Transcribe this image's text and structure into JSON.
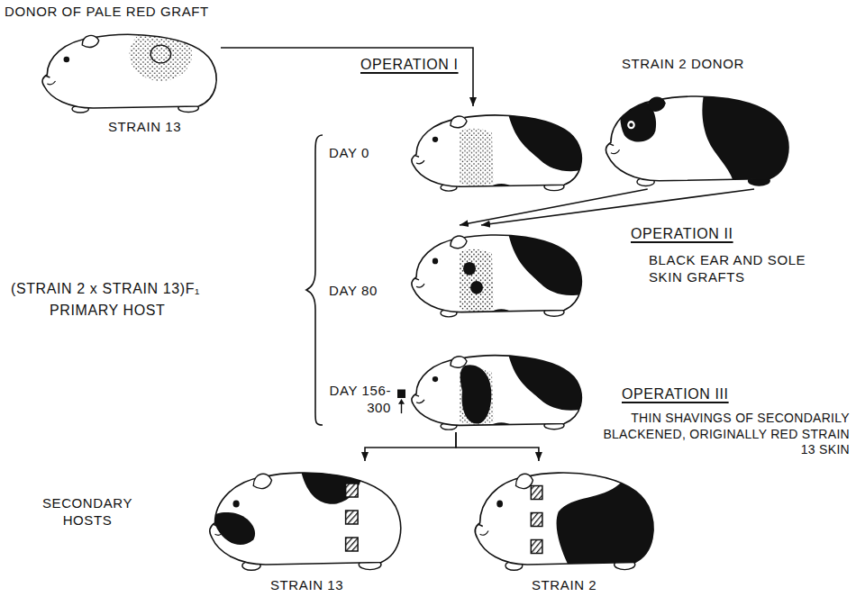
{
  "diagram": {
    "nodes": [
      {
        "text": [
          "DONOR OF PALE RED GRAFT",
          "STRAIN 13"
        ]
      },
      {
        "text": [
          "DAY 0"
        ]
      },
      {
        "text": [
          "STRAIN 2 DONOR"
        ]
      },
      {
        "text": [
          "DAY 80"
        ]
      },
      {
        "text": [
          "DAY 156- 300"
        ]
      },
      {
        "text": [
          "STRAIN 13"
        ]
      },
      {
        "text": [
          "STRAIN 2"
        ]
      }
    ],
    "edges": [
      {
        "from": 0,
        "to": 1,
        "arrow": "to"
      },
      {
        "from": 2,
        "to": 3,
        "arrow": "to"
      },
      {
        "from": 2,
        "to": 3,
        "arrow": "to"
      },
      {
        "from": 4,
        "to": 5,
        "arrow": "to"
      },
      {
        "from": 4,
        "to": 6,
        "arrow": "to"
      }
    ],
    "labels": [
      "OPERATION I",
      "OPERATION II",
      "BLACK EAR AND SOLE SKIN GRAFTS",
      "(STRAIN 2 x STRAIN 13)F₁",
      "PRIMARY HOST",
      "OPERATION III",
      "THIN SHAVINGS OF SECONDARILY BLACKENED, ORIGINALLY RED STRAIN 13 SKIN",
      "SECONDARY HOSTS"
    ]
  }
}
